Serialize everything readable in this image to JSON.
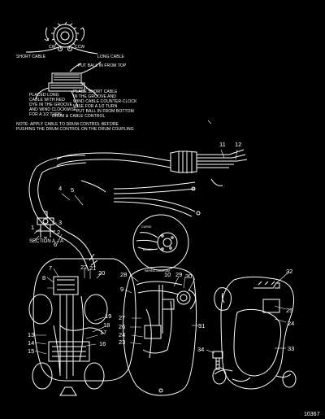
{
  "drum_detail": {
    "cw": "CW",
    "ccw": "CCW",
    "short_cable": "SHORT CABLE",
    "long_cable": "LONG CABLE",
    "put_ball_top": "PUT BALL IN FROM TOP",
    "placed_long_lines": [
      "PLACED LONG",
      "CABLE WITH RED",
      "DYE IN THE GROOVE",
      "AND WIND CLOCKWISE",
      "FOR A 1/2 TURN"
    ],
    "place_short_lines": [
      "PLACE SHORT CABLE",
      "IN THE GROOVE AND",
      "WIND CABLE COUNTER-CLOCK",
      "WISE FOR A 1/2 TURN"
    ],
    "put_ball_bottom": "PUT BALL IN FROM BOTTOM",
    "drum_cable_control": "DRUM & CABLE CONTROL",
    "note_lines": [
      "NOTE: APPLY CABLE TO DRUM CONTROL BEFORE",
      "PUSHING THE DRUM CONTROL ON THE DRUM COUPLING"
    ]
  },
  "section_label": "SECTION A – A",
  "inset_texts": {
    "curve_label": "CURVE",
    "black_label": "BLACK",
    "wiring_label": "WIRING DIAGRAM"
  },
  "callouts": {
    "n1": "1",
    "n2": "2",
    "n3": "3",
    "n4": "4",
    "n5": "5",
    "n6": "6",
    "n7": "7",
    "n8": "8",
    "n9": "9",
    "n10": "10",
    "n11": "11",
    "n12": "12",
    "n13": "13",
    "n14": "14",
    "n15": "15",
    "n16": "16",
    "n17": "17",
    "n18": "18",
    "n19": "19",
    "n20": "20",
    "n21": "21",
    "n22": "22",
    "n23": "23",
    "n24a": "24",
    "n24b": "24",
    "n25": "25",
    "n26": "26",
    "n27": "27",
    "n28": "28",
    "n29": "29",
    "n30": "30",
    "n31": "31",
    "n32": "32",
    "n33": "33",
    "n34": "34"
  },
  "figure_number": "10367",
  "colors": {
    "background": "#000000",
    "line": "#ffffff"
  }
}
